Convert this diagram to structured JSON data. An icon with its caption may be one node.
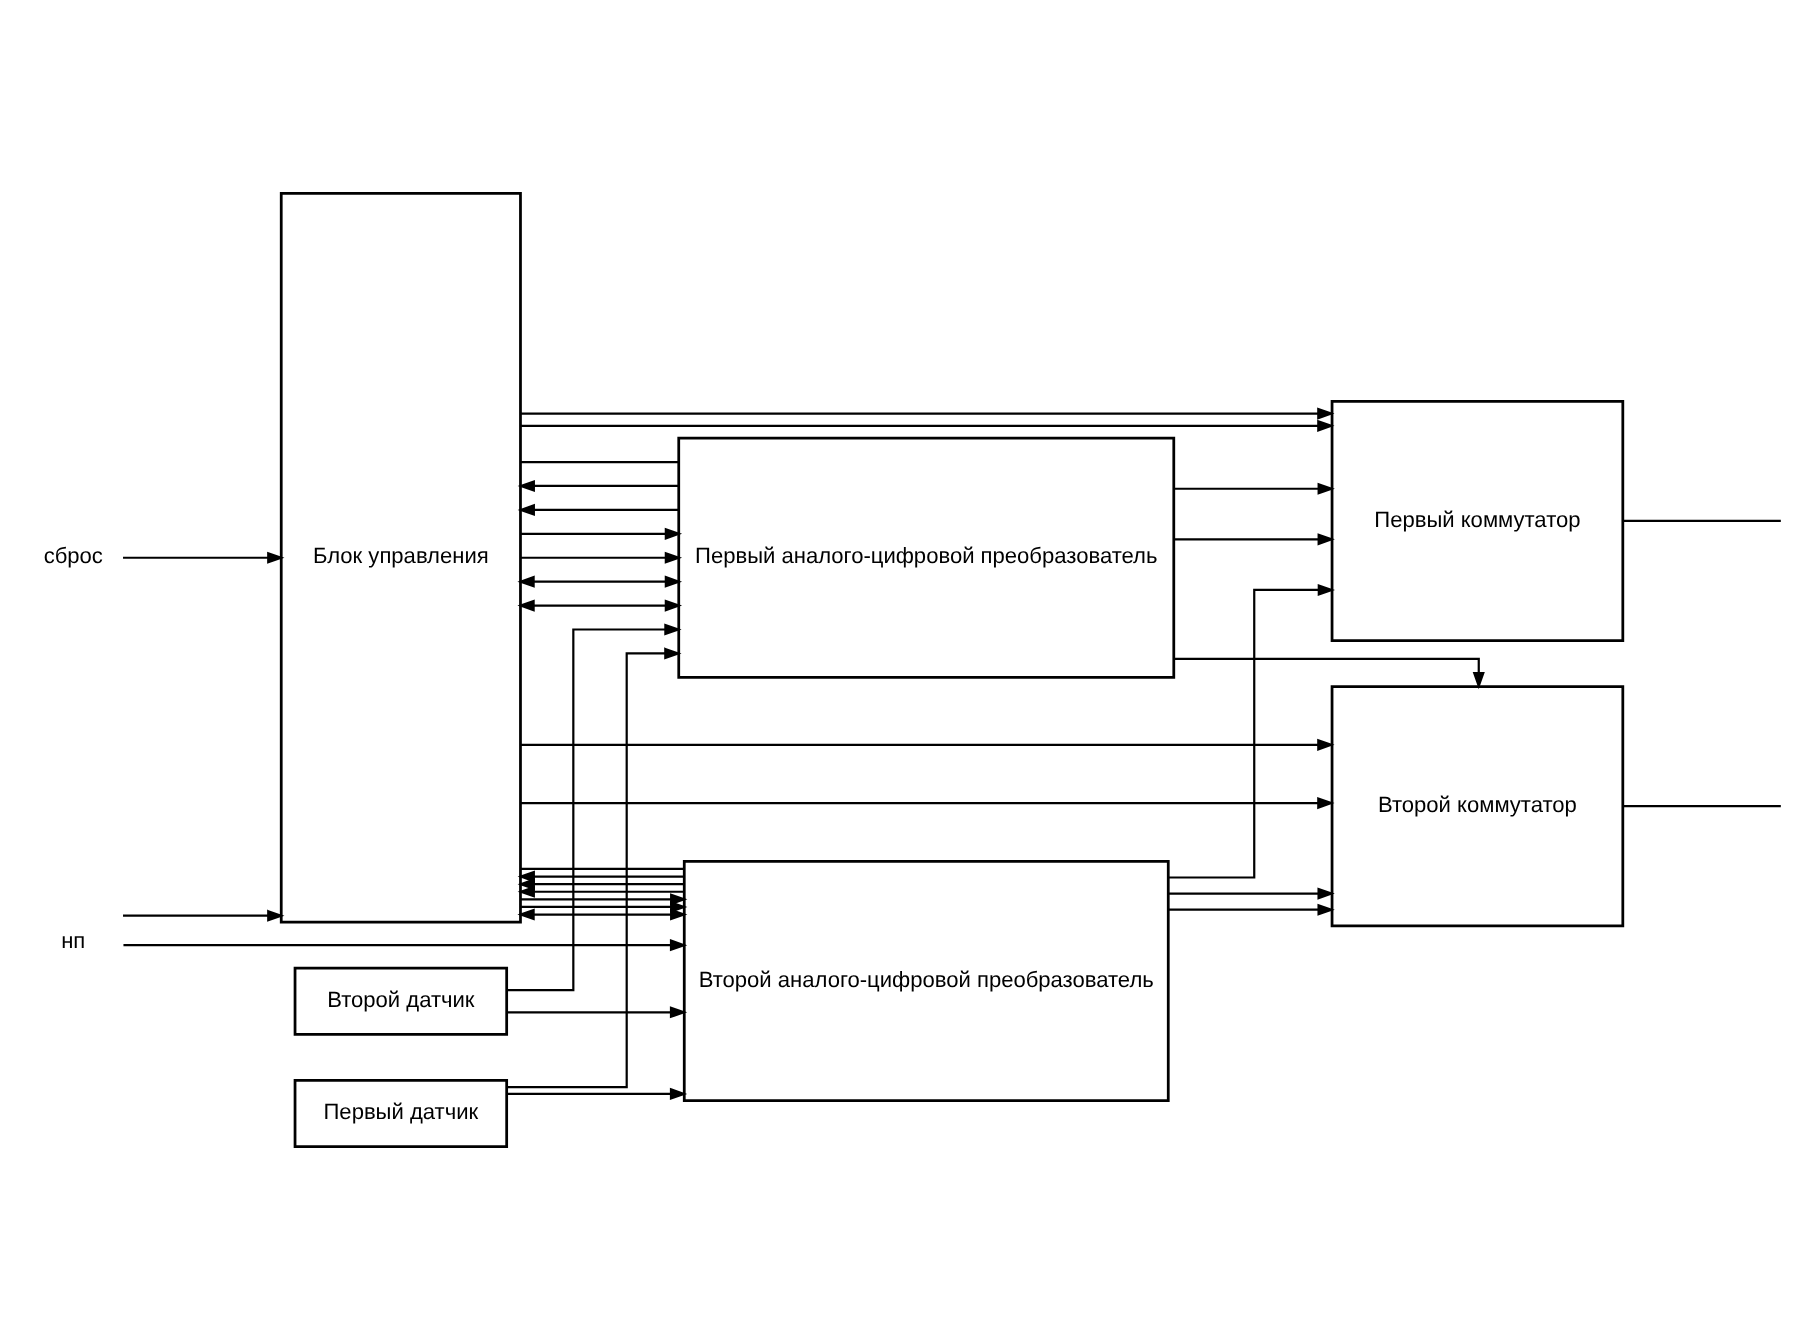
{
  "diagram": {
    "nodes": [
      {
        "text": [
          "нп"
        ]
      },
      {
        "text": [
          "сброс"
        ]
      },
      {
        "text": [
          "Первый датчик"
        ]
      },
      {
        "text": [
          "Второй датчик"
        ]
      },
      {
        "text": [
          "Блок управления"
        ]
      },
      {
        "text": [
          "Первый аналого-цифровой преобразователь"
        ]
      },
      {
        "text": [
          "Второй аналого-цифровой преобразователь"
        ]
      },
      {
        "text": [
          "Первый коммутатор"
        ]
      },
      {
        "text": [
          "Второй коммутатор"
        ]
      }
    ],
    "edges": [
      {
        "from": 0,
        "to": 4,
        "arrow": "to"
      },
      {
        "from": 0,
        "to": 6,
        "arrow": "to"
      },
      {
        "from": 1,
        "to": 4,
        "arrow": "to"
      },
      {
        "from": 6,
        "to": 4,
        "arrow": "to"
      },
      {
        "from": 4,
        "to": 6,
        "arrow": "both"
      },
      {
        "from": 6,
        "to": 4,
        "arrow": "to"
      },
      {
        "from": 6,
        "to": 4,
        "arrow": "to"
      },
      {
        "from": 2,
        "to": 5,
        "arrow": "to"
      },
      {
        "from": 2,
        "to": 6,
        "arrow": "to"
      },
      {
        "from": 3,
        "to": 5,
        "arrow": "to"
      },
      {
        "from": 3,
        "to": 6,
        "arrow": "to"
      },
      {
        "from": 4,
        "to": 5,
        "arrow": "both"
      },
      {
        "from": 4,
        "to": 5,
        "arrow": "both"
      },
      {
        "from": 5,
        "to": 4,
        "arrow": "to"
      },
      {
        "from": 5,
        "to": 4,
        "arrow": "to"
      },
      {
        "from": 5,
        "to": 7,
        "arrow": "to"
      },
      {
        "from": 5,
        "to": 8,
        "arrow": "to"
      },
      {
        "from": 5,
        "to": 7,
        "arrow": "to"
      },
      {
        "from": 5,
        "to": 4,
        "arrow": "none"
      },
      {
        "from": 6,
        "to": 8,
        "arrow": "to"
      },
      {
        "from": 6,
        "to": 7,
        "arrow": "to"
      },
      {
        "from": 6,
        "to": 8,
        "arrow": "to"
      },
      {
        "from": 6,
        "to": 4,
        "arrow": "none"
      },
      {
        "from": 4,
        "to": 5,
        "arrow": "to"
      },
      {
        "from": 4,
        "to": 6,
        "arrow": "to"
      },
      {
        "from": 4,
        "to": 8,
        "arrow": "to"
      },
      {
        "from": 4,
        "to": 5,
        "arrow": "to"
      },
      {
        "from": 4,
        "to": 7,
        "arrow": "to"
      },
      {
        "from": 4,
        "to": 8,
        "arrow": "to"
      },
      {
        "from": 4,
        "to": 6,
        "arrow": "to"
      },
      {
        "from": 4,
        "to": 7,
        "arrow": "to"
      },
      {
        "from": 7,
        "to": null,
        "arrow": "none"
      },
      {
        "from": 8,
        "to": null,
        "arrow": "none"
      }
    ]
  }
}
